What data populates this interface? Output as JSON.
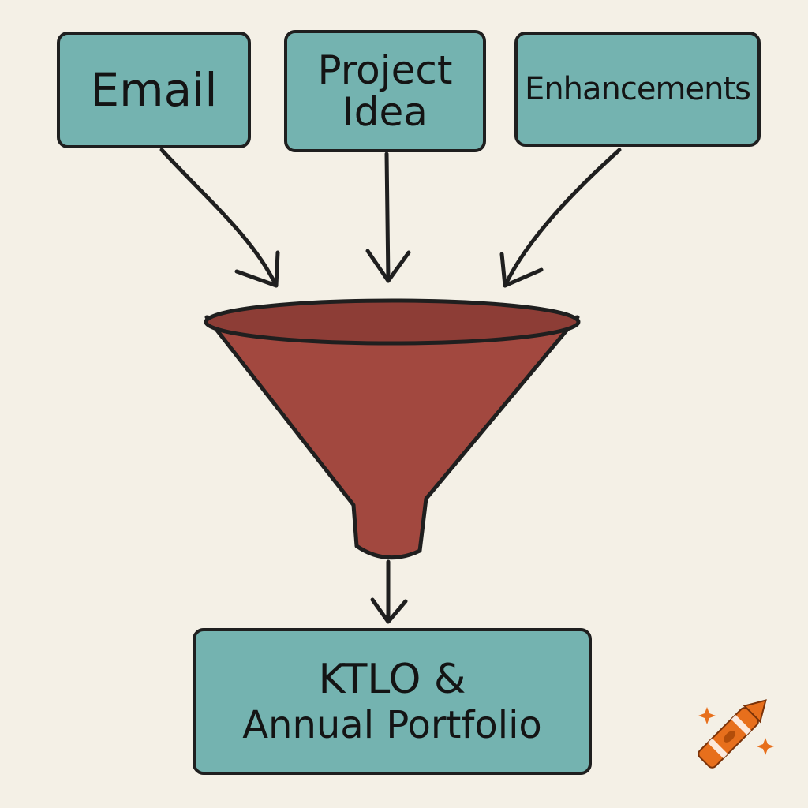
{
  "boxes": {
    "email": "Email",
    "project": "Project Idea",
    "enhancements": "Enhancements",
    "output_line1": "KTLO &",
    "output_line2": "Annual Portfolio"
  },
  "colors": {
    "background": "#f4f0e6",
    "box_fill": "#74b3b0",
    "funnel_fill": "#a2483f",
    "funnel_rim": "#8d3d36",
    "outline": "#1f1f1f",
    "crayon": "#e76f1c"
  },
  "icons": [
    "crayon-icon",
    "sparkle-icon"
  ]
}
